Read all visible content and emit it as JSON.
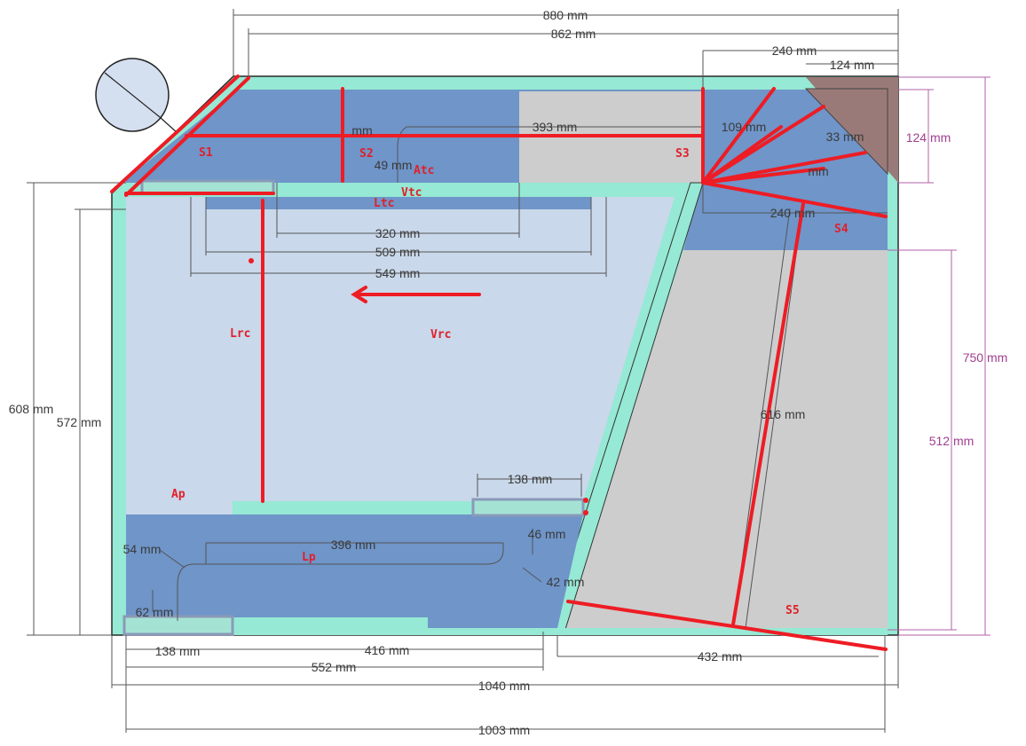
{
  "dimensions": {
    "d880": "880 mm",
    "d862": "862 mm",
    "d240_top": "240 mm",
    "d124_top": "124 mm",
    "d124_right": "124 mm",
    "d393": "393 mm",
    "d109": "109 mm",
    "d33": "33 mm",
    "d_mm_s2": "mm",
    "d49": "49 mm",
    "d_mm_s3": "mm",
    "d240_mid": "240 mm",
    "d320": "320 mm",
    "d509": "509 mm",
    "d549": "549 mm",
    "d608": "608 mm",
    "d572": "572 mm",
    "d750": "750 mm",
    "d512": "512 mm",
    "d616": "616 mm",
    "d138_mid": "138 mm",
    "d46": "46 mm",
    "d42": "42 mm",
    "d54": "54 mm",
    "d396": "396 mm",
    "d62": "62 mm",
    "d138_bot": "138 mm",
    "d416": "416 mm",
    "d552": "552 mm",
    "d432": "432 mm",
    "d1040": "1040 mm",
    "d1003": "1003 mm"
  },
  "labels": {
    "s1": "S1",
    "s2": "S2",
    "s3": "S3",
    "s4": "S4",
    "s5": "S5",
    "atc": "Atc",
    "vtc": "Vtc",
    "ltc": "Ltc",
    "lrc": "Lrc",
    "vrc": "Vrc",
    "ap": "Ap",
    "lp": "Lp"
  },
  "colors": {
    "panel": "#96e9d4",
    "chamber_dark": "#6f95c9",
    "chamber_light": "#c9d8ea",
    "gray": "#cdcdcd",
    "brown": "#9a7a78",
    "red": "#ee1c24",
    "dim_line": "#555555",
    "dim_pink": "#b060a8"
  },
  "icons": {
    "speaker": "speaker-driver-icon",
    "arrow": "left-arrow-icon"
  }
}
